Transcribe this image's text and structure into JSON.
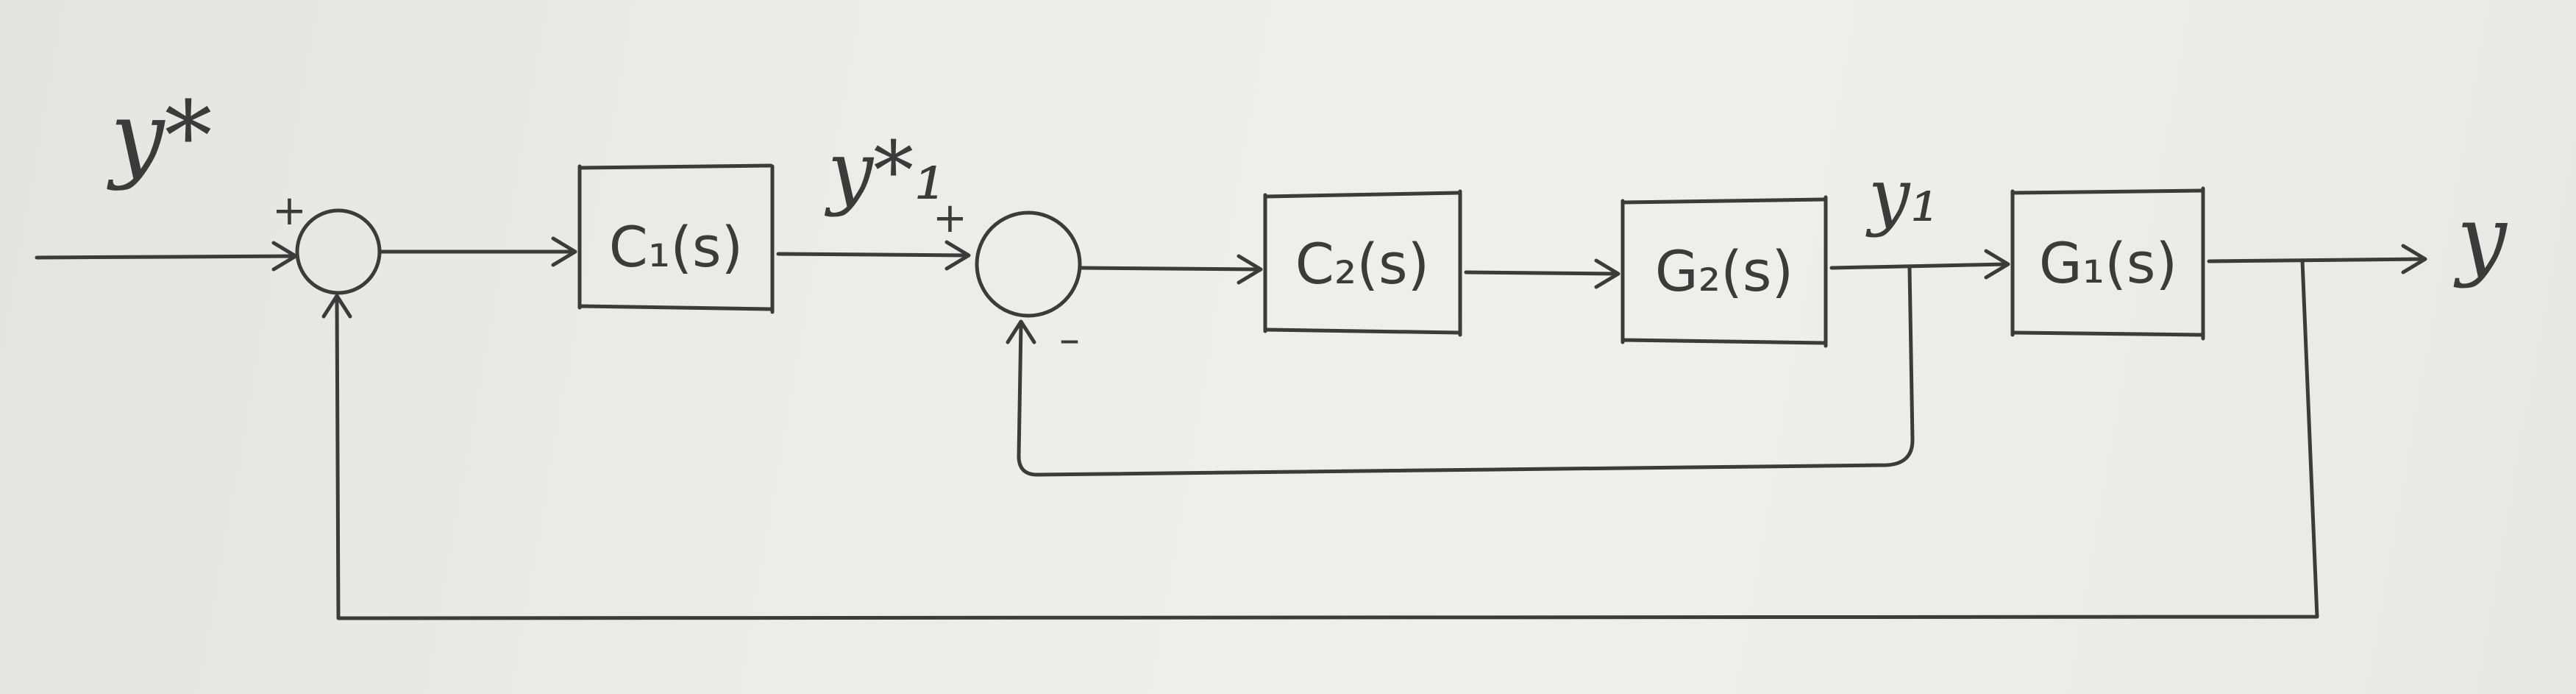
{
  "blocks": {
    "c1": "C₁(s)",
    "c2": "C₂(s)",
    "g2": "G₂(s)",
    "g1": "G₁(s)"
  },
  "signals": {
    "reference": "y*",
    "inner_reference": "y*₁",
    "inner_output": "y₁",
    "output": "y"
  },
  "signs": {
    "outer_plus": "+",
    "inner_plus": "+",
    "inner_minus": "–"
  }
}
